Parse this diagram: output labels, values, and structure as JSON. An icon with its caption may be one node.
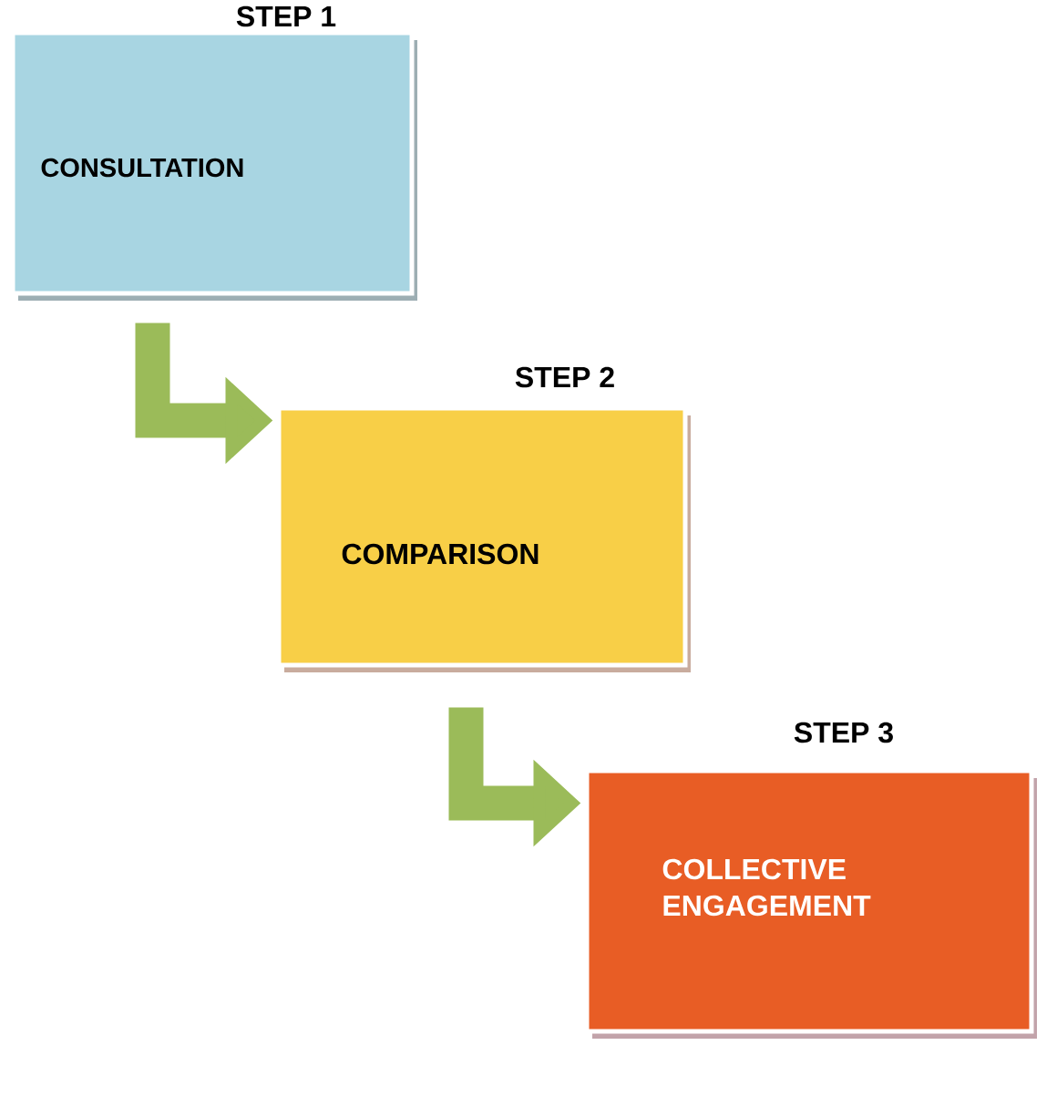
{
  "diagram": {
    "nodes": [
      {
        "text": [
          "STEP 1",
          "CONSULTATION"
        ]
      },
      {
        "text": [
          "STEP 2",
          "COMPARISON"
        ]
      },
      {
        "text": [
          "STEP 3",
          "COLLECTIVE ENGAGEMENT"
        ]
      }
    ],
    "edges": [
      {
        "from": 0,
        "to": 1,
        "arrow": "to"
      },
      {
        "from": 1,
        "to": 2,
        "arrow": "to"
      }
    ]
  }
}
